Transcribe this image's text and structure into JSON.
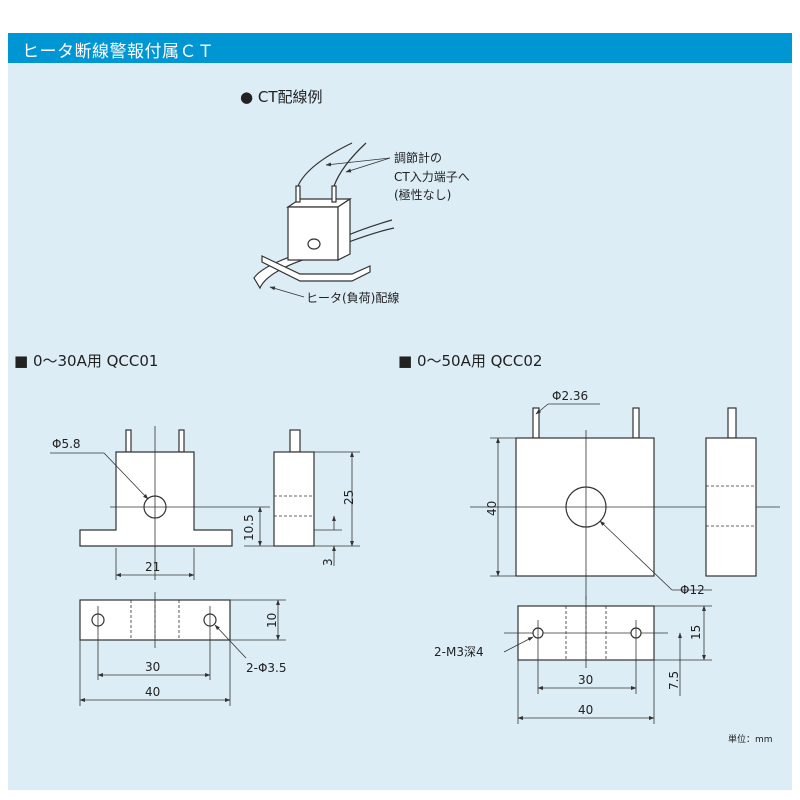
{
  "header": {
    "title": "ヒータ断線警報付属ＣＴ",
    "bg_color": "#0096d4"
  },
  "panel_bg_color": "#dcedf5",
  "wiring": {
    "title": "● CT配線例",
    "label_terminal": [
      "調節計の",
      "CT入力端子へ",
      "(極性なし)"
    ],
    "label_heater": "ヒータ(負荷)配線"
  },
  "qcc01": {
    "title": "■ 0～30A用 QCC01",
    "dims": {
      "hole_dia": "Φ5.8",
      "width": "21",
      "height": "25",
      "center_height": "10.5",
      "base": "3",
      "depth": "10",
      "hole_pitch": "30",
      "length": "40",
      "mount_holes": "2-Φ3.5"
    }
  },
  "qcc02": {
    "title": "■ 0～50A用 QCC02",
    "dims": {
      "pin_dia": "Φ2.36",
      "height": "40",
      "hole_dia": "Φ12",
      "depth": "15",
      "offset": "7.5",
      "hole_pitch": "30",
      "length": "40",
      "mount_holes": "2-M3深4"
    }
  },
  "unit_note": "単位：mm"
}
